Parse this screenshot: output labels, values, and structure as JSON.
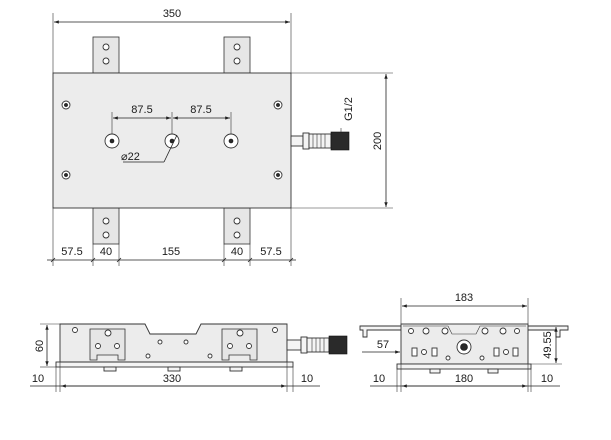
{
  "top_view": {
    "overall_width": "350",
    "height": "200",
    "spacing_left": "87.5",
    "spacing_right": "87.5",
    "hole_diameter": "22",
    "thread": "G1/2",
    "bottom_dims": [
      "57.5",
      "40",
      "155",
      "40",
      "57.5"
    ]
  },
  "front_view": {
    "height": "60",
    "length": "330",
    "offset_left": "10",
    "offset_right": "10"
  },
  "side_view": {
    "width": "183",
    "inner": "180",
    "offset": "57",
    "height": "49.55",
    "offset_left": "10",
    "offset_right": "10"
  },
  "diameter_symbol": "⌀"
}
